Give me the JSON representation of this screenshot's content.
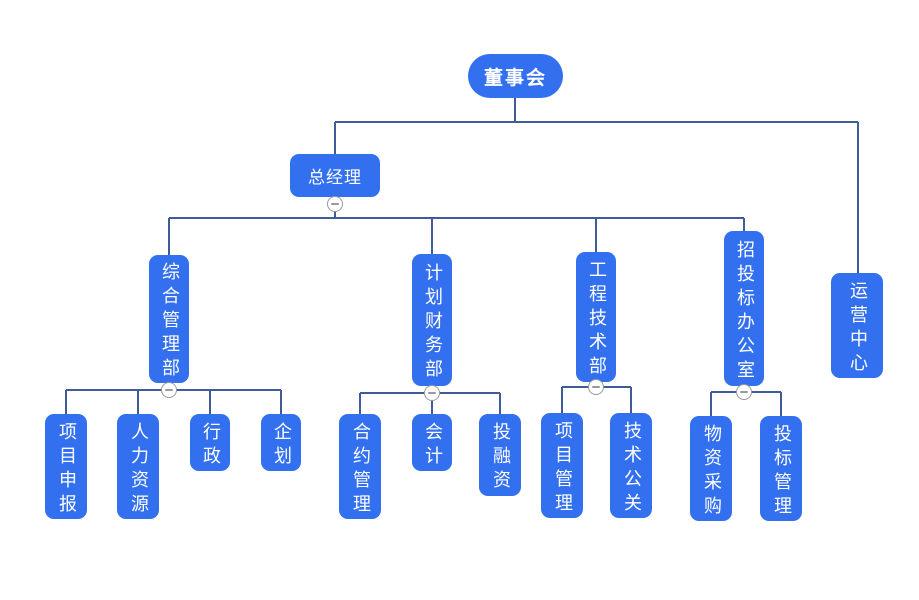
{
  "colors": {
    "node_fill": "#3370F0",
    "node_text": "#FFFFFF",
    "connector_line": "#3F5C99",
    "collapse_border": "#999999",
    "background": "#FFFFFF"
  },
  "icons": {
    "collapse_button": "minus-in-circle"
  },
  "org": {
    "root": {
      "label": "董事会"
    },
    "children": [
      {
        "label": "总经理",
        "children": [
          {
            "label": "综合管理部",
            "children": [
              {
                "label": "项目申报"
              },
              {
                "label": "人力资源"
              },
              {
                "label": "行政"
              },
              {
                "label": "企划"
              }
            ]
          },
          {
            "label": "计划财务部",
            "children": [
              {
                "label": "合约管理"
              },
              {
                "label": "会计"
              },
              {
                "label": "投融资"
              }
            ]
          },
          {
            "label": "工程技术部",
            "children": [
              {
                "label": "项目管理"
              },
              {
                "label": "技术公关"
              }
            ]
          },
          {
            "label": "招投标办公室",
            "children": [
              {
                "label": "物资采购"
              },
              {
                "label": "投标管理"
              }
            ]
          }
        ]
      },
      {
        "label": "运营中心"
      }
    ]
  }
}
